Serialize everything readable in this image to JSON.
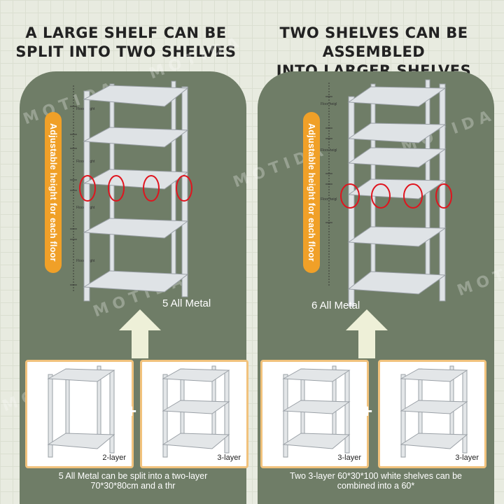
{
  "headings": {
    "left_line1": "A LARGE SHELF CAN BE",
    "left_line2": "SPLIT INTO TWO SHELVES",
    "right_line1": "TWO SHELVES CAN BE ASSEMBLED",
    "right_line2": "INTO LARGER SHELVES"
  },
  "watermark": "MOTIDA",
  "adjustable_label": "Adjustable height for each floor",
  "floor_height_label": "Floor height",
  "floor_height_truncated": "Floor heigl",
  "left_panel": {
    "metal_label": "5 All Metal"
  },
  "right_panel": {
    "metal_label": "6 All Metal"
  },
  "cards": {
    "left_a": "2-layer",
    "left_b": "3-layer",
    "right_a": "3-layer",
    "right_b": "3-layer"
  },
  "plus_sign": "+",
  "captions": {
    "left_line1": "5 All Metal can be split into a two-layer",
    "left_line2": "70*30*80cm and  a thr",
    "right_line1": "Two 3-layer 60*30*100 white shelves can be",
    "right_line2": "combined  into a 60*"
  },
  "colors": {
    "panel": "#6f7d67",
    "accent": "#f0a028",
    "card_border": "#f1c27c",
    "highlight_circle": "#e0141e"
  }
}
